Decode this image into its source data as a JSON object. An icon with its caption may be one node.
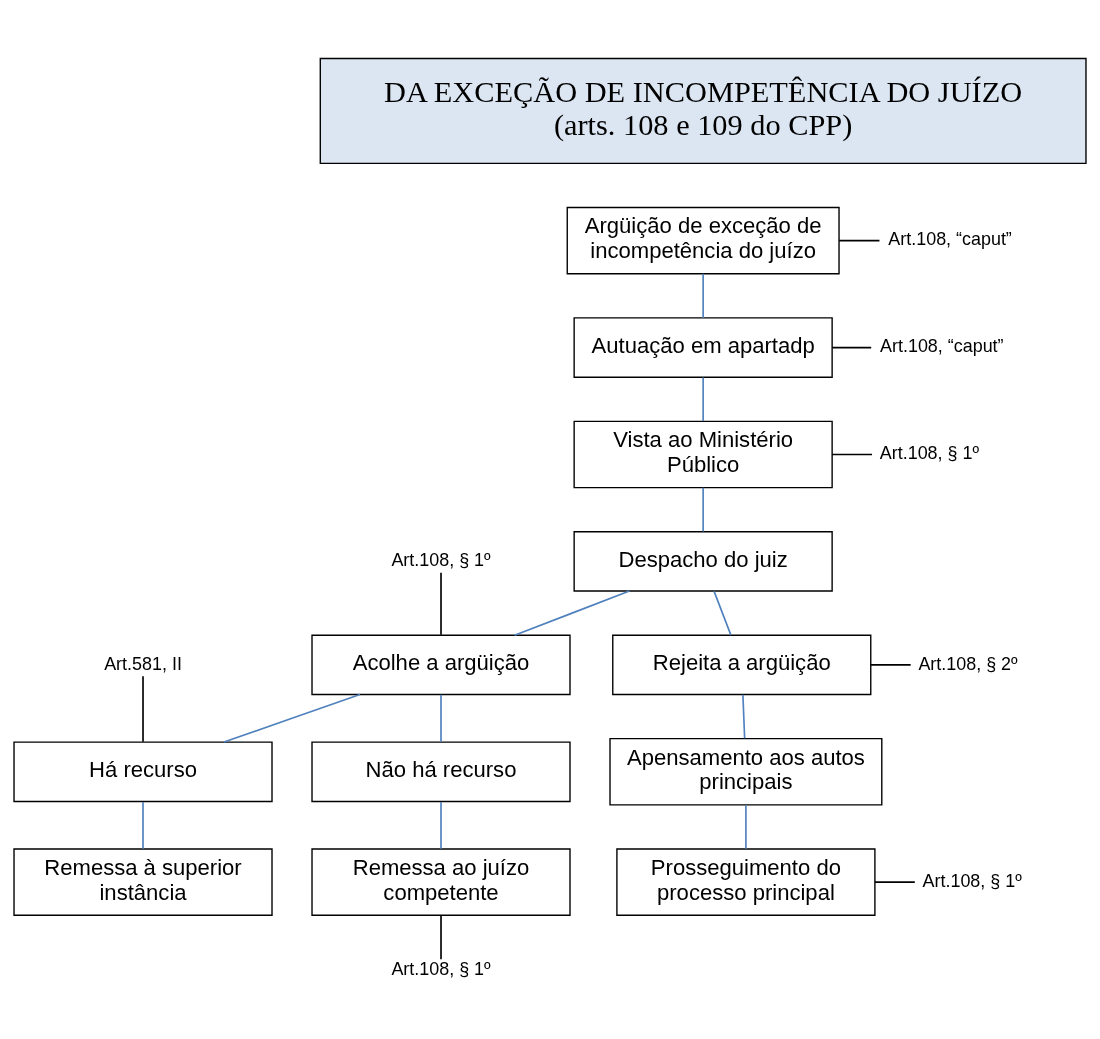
{
  "diagram": {
    "nodes": [
      {
        "text": [
          "DA EXCEÇÃO DE INCOMPETÊNCIA DO JUÍZO",
          "(arts. 108 e 109 do CPP)"
        ]
      },
      {
        "text": [
          "Argüição de exceção de incompetência do juízo"
        ]
      },
      {
        "text": [
          "Art.108, “caput”"
        ]
      },
      {
        "text": [
          "Autuação em apartadp"
        ]
      },
      {
        "text": [
          "Art.108, “caput”"
        ]
      },
      {
        "text": [
          "Vista ao Ministério Público"
        ]
      },
      {
        "text": [
          "Art.108, § 1º"
        ]
      },
      {
        "text": [
          "Despacho do juiz"
        ]
      },
      {
        "text": [
          "Art.108, § 1º"
        ]
      },
      {
        "text": [
          "Acolhe a argüição"
        ]
      },
      {
        "text": [
          "Rejeita a argüição"
        ]
      },
      {
        "text": [
          "Art.108, § 2º"
        ]
      },
      {
        "text": [
          "Art.581, II"
        ]
      },
      {
        "text": [
          "Há recurso"
        ]
      },
      {
        "text": [
          "Não há recurso"
        ]
      },
      {
        "text": [
          "Remessa à superior instância"
        ]
      },
      {
        "text": [
          "Remessa ao juízo competente"
        ]
      },
      {
        "text": [
          "Art.108, § 1º"
        ]
      },
      {
        "text": [
          "Apensamento aos autos principais"
        ]
      },
      {
        "text": [
          "Art.108, § 1º"
        ]
      },
      {
        "text": [
          "Prosseguimento do processo principal"
        ]
      }
    ],
    "edges": [
      {
        "from": 1,
        "to": 3,
        "arrow": "none"
      },
      {
        "from": 3,
        "to": 5,
        "arrow": "none"
      },
      {
        "from": 5,
        "to": 7,
        "arrow": "none"
      },
      {
        "from": 7,
        "to": 9,
        "arrow": "none"
      },
      {
        "from": 7,
        "to": 10,
        "arrow": "none"
      },
      {
        "from": 9,
        "to": 13,
        "arrow": "none"
      },
      {
        "from": 9,
        "to": 14,
        "arrow": "none"
      },
      {
        "from": 13,
        "to": 15,
        "arrow": "none"
      },
      {
        "from": 14,
        "to": 16,
        "arrow": "none"
      },
      {
        "from": 10,
        "to": 18,
        "arrow": "none"
      },
      {
        "from": 18,
        "to": 20,
        "arrow": "none"
      },
      {
        "from": 2,
        "to": 1,
        "arrow": "none",
        "color": "#000000"
      },
      {
        "from": 4,
        "to": 3,
        "arrow": "none",
        "color": "#000000"
      },
      {
        "from": 6,
        "to": 5,
        "arrow": "none",
        "color": "#000000"
      },
      {
        "from": 8,
        "to": 9,
        "arrow": "none",
        "color": "#000000"
      },
      {
        "from": 11,
        "to": 10,
        "arrow": "none",
        "color": "#000000"
      },
      {
        "from": 12,
        "to": 13,
        "arrow": "none",
        "color": "#000000"
      },
      {
        "from": 17,
        "to": 16,
        "arrow": "none",
        "color": "#000000"
      },
      {
        "from": 19,
        "to": 20,
        "arrow": "none",
        "color": "#000000"
      }
    ]
  }
}
